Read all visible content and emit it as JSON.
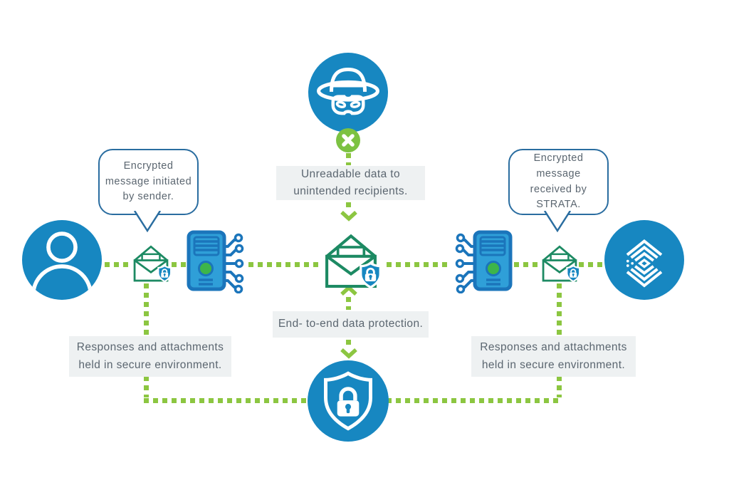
{
  "diagram": {
    "bubbles": {
      "left": "Encrypted message initiated by sender.",
      "right": "Encrypted message received by STRATA."
    },
    "notes": {
      "unreadable": "Unreadable data to unintended recipients.",
      "end_to_end": "End- to-end data protection.",
      "left_secure": "Responses and attachments held in secure environment.",
      "right_secure": "Responses and attachments held in secure environment."
    },
    "icons": {
      "hacker": "spy-hat-mask-icon",
      "blocked": "x-circle-badge",
      "sender": "person-icon",
      "receiver": "strata-logo",
      "message": "envelope-with-lock-shield-icon",
      "server": "server-circuit-icon",
      "protection": "shield-padlock-icon"
    },
    "colors": {
      "brand_blue": "#1787c1",
      "dark_blue": "#1b75bb",
      "bubble_border": "#2a6da0",
      "envelope_green": "#1d8a63",
      "lime_green": "#8cc641",
      "server_fill": "#2f9fd8",
      "led_green": "#3db54a",
      "note_background": "#eef1f2",
      "text_gray": "#5b6670"
    }
  }
}
